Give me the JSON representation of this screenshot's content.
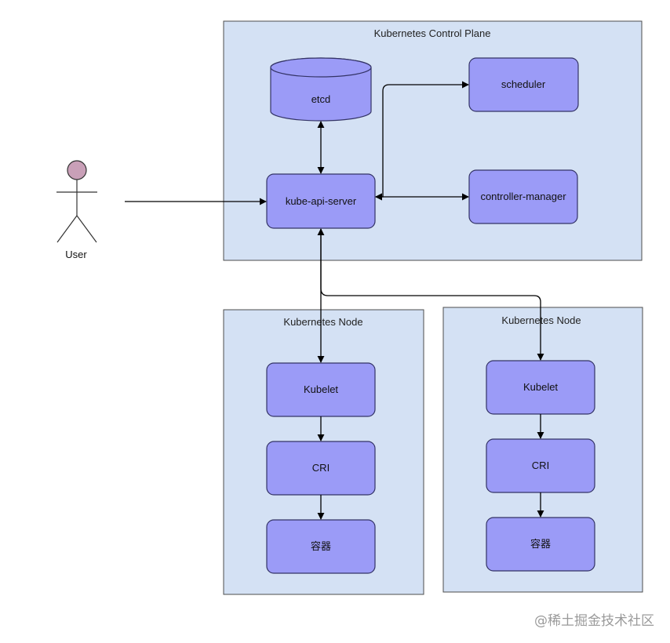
{
  "control_plane": {
    "title": "Kubernetes Control Plane",
    "etcd": "etcd",
    "scheduler": "scheduler",
    "api_server": "kube-api-server",
    "controller_manager": "controller-manager"
  },
  "actor": {
    "label": "User"
  },
  "node_left": {
    "title": "Kubernetes Node",
    "kubelet": "Kubelet",
    "cri": "CRI",
    "container": "容器"
  },
  "node_right": {
    "title": "Kubernetes Node",
    "kubelet": "Kubelet",
    "cri": "CRI",
    "container": "容器"
  },
  "watermark": "@稀土掘金技术社区",
  "colors": {
    "cluster_fill": "#d4e1f4",
    "node_fill": "#9b9bf7",
    "actor_head": "#c9a0b8"
  }
}
